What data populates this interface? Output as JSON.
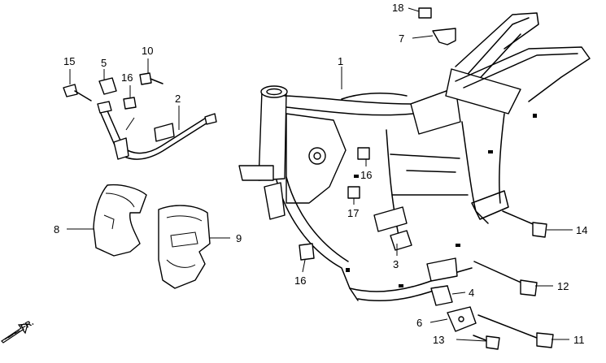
{
  "diagram": {
    "direction_label": "FR.",
    "callouts": [
      {
        "id": "c1",
        "text": "1"
      },
      {
        "id": "c2",
        "text": "2"
      },
      {
        "id": "c3",
        "text": "3"
      },
      {
        "id": "c4",
        "text": "4"
      },
      {
        "id": "c5",
        "text": "5"
      },
      {
        "id": "c6",
        "text": "6"
      },
      {
        "id": "c7",
        "text": "7"
      },
      {
        "id": "c8",
        "text": "8"
      },
      {
        "id": "c9",
        "text": "9"
      },
      {
        "id": "c10",
        "text": "10"
      },
      {
        "id": "c11",
        "text": "11"
      },
      {
        "id": "c12",
        "text": "12"
      },
      {
        "id": "c13",
        "text": "13"
      },
      {
        "id": "c14",
        "text": "14"
      },
      {
        "id": "c15",
        "text": "15"
      },
      {
        "id": "c16a",
        "text": "16"
      },
      {
        "id": "c16b",
        "text": "16"
      },
      {
        "id": "c16c",
        "text": "16"
      },
      {
        "id": "c17",
        "text": "17"
      },
      {
        "id": "c18",
        "text": "18"
      }
    ]
  }
}
